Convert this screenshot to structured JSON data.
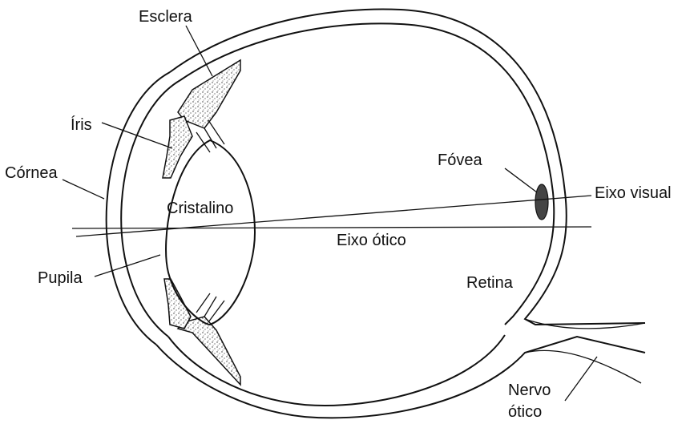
{
  "diagram": {
    "labels": {
      "esclera": "Esclera",
      "iris": "Íris",
      "cornea": "Córnea",
      "cristalino": "Cristalino",
      "pupila": "Pupila",
      "fovea": "Fóvea",
      "eixo_visual": "Eixo visual",
      "eixo_otico": "Eixo ótico",
      "retina": "Retina",
      "nervo_otico_line1": "Nervo",
      "nervo_otico_line2": "ótico"
    },
    "colors": {
      "ink": "#111111",
      "fovea_fill": "#444444",
      "background": "#ffffff"
    }
  }
}
